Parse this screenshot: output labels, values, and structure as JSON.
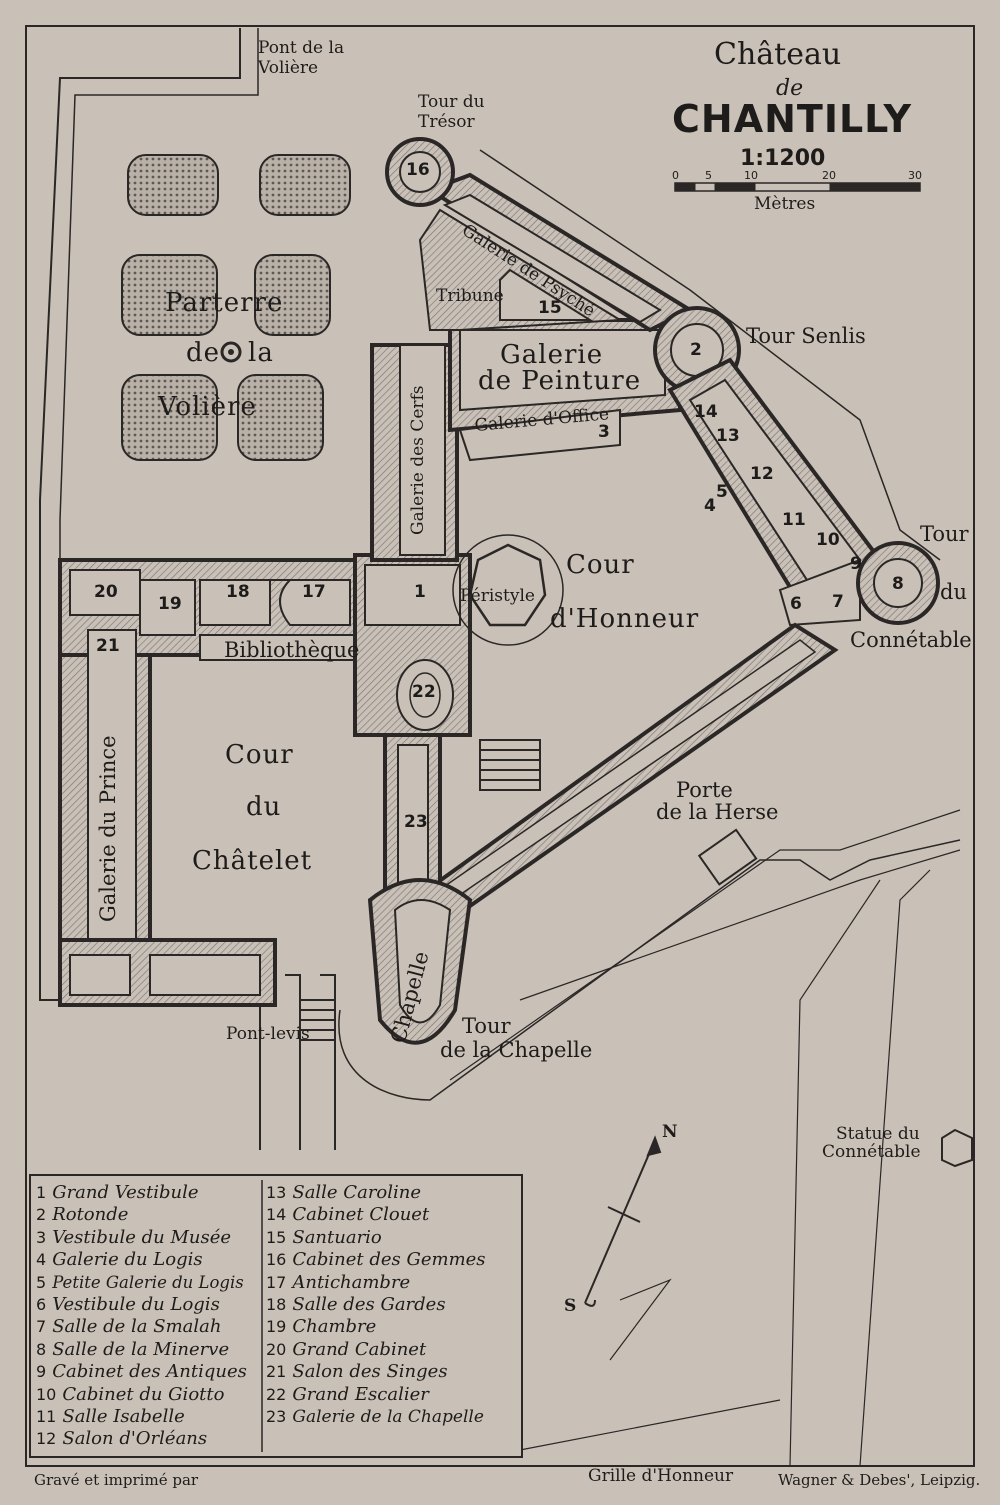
{
  "map": {
    "title_line1": "Château",
    "title_line2": "de",
    "title_line3": "CHANTILLY",
    "scale": "1:1200",
    "scale_ticks": [
      "0",
      "5",
      "10",
      "20",
      "30"
    ],
    "scale_unit": "Mètres",
    "compass": {
      "north": "N",
      "south": "S"
    }
  },
  "labels": {
    "pont_voliere": "Pont de la Volière",
    "tour_tresor": "Tour du Trésor",
    "parterre": [
      "Parterre",
      "de",
      "la",
      "Volière"
    ],
    "galerie_psyche": "Galerie de Psyché",
    "tribune": "Tribune",
    "tour_senlis": "Tour Senlis",
    "galerie_peinture": [
      "Galerie",
      "de Peinture"
    ],
    "galerie_cerfs": "Galerie des Cerfs",
    "galerie_office": "Galerie d'Office",
    "tour_connetable": [
      "Tour",
      "du",
      "Connétable"
    ],
    "peristyle": "Péristyle",
    "cour_honneur": [
      "Cour",
      "d'Honneur"
    ],
    "bibliotheque": "Bibliothèque",
    "cour_chatelet": [
      "Cour",
      "du",
      "Châtelet"
    ],
    "galerie_prince": "Galerie du Prince",
    "porte_herse": [
      "Porte",
      "de la Herse"
    ],
    "chapelle": "Chapelle",
    "tour_chapelle": [
      "Tour",
      "de la Chapelle"
    ],
    "pont_levis": "Pont-levis",
    "statue": [
      "Statue du",
      "Connétable"
    ],
    "grille": "Grille d'Honneur"
  },
  "rooms": [
    "1",
    "2",
    "3",
    "4",
    "5",
    "6",
    "7",
    "8",
    "9",
    "10",
    "11",
    "12",
    "13",
    "14",
    "15",
    "16",
    "17",
    "18",
    "19",
    "20",
    "21",
    "22",
    "23"
  ],
  "legend": [
    {
      "num": "1",
      "name": "Grand Vestibule"
    },
    {
      "num": "2",
      "name": "Rotonde"
    },
    {
      "num": "3",
      "name": "Vestibule du Musée"
    },
    {
      "num": "4",
      "name": "Galerie du Logis"
    },
    {
      "num": "5",
      "name": "Petite Galerie du Logis"
    },
    {
      "num": "6",
      "name": "Vestibule du Logis"
    },
    {
      "num": "7",
      "name": "Salle de la Smalah"
    },
    {
      "num": "8",
      "name": "Salle de la Minerve"
    },
    {
      "num": "9",
      "name": "Cabinet des Antiques"
    },
    {
      "num": "10",
      "name": "Cabinet du Giotto"
    },
    {
      "num": "11",
      "name": "Salle Isabelle"
    },
    {
      "num": "12",
      "name": "Salon d'Orléans"
    },
    {
      "num": "13",
      "name": "Salle Caroline"
    },
    {
      "num": "14",
      "name": "Cabinet Clouet"
    },
    {
      "num": "15",
      "name": "Santuario"
    },
    {
      "num": "16",
      "name": "Cabinet des Gemmes"
    },
    {
      "num": "17",
      "name": "Antichambre"
    },
    {
      "num": "18",
      "name": "Salle des Gardes"
    },
    {
      "num": "19",
      "name": "Chambre"
    },
    {
      "num": "20",
      "name": "Grand Cabinet"
    },
    {
      "num": "21",
      "name": "Salon des Singes"
    },
    {
      "num": "22",
      "name": "Grand Escalier"
    },
    {
      "num": "23",
      "name": "Galerie de la Chapelle"
    }
  ],
  "footer": {
    "left": "Gravé et imprimé par",
    "right": "Wagner & Debes', Leipzig."
  },
  "colors": {
    "paper": "#c9c1b7",
    "ink": "#1e1c1b",
    "wall": "#2a2726",
    "hatch": "#8f8883"
  }
}
